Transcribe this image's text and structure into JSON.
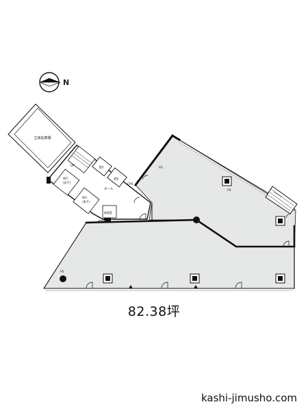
{
  "plan": {
    "area": "82.38坪",
    "north_label": "N",
    "site": "kashi-jimusho.com",
    "rooms": {
      "parking": "立体駐車場",
      "ev1": "EV",
      "ev2": "EV",
      "wc1": "WC",
      "wc1_sub": "(女子)",
      "wc2": "WC",
      "wc2_sub": "(男子)",
      "corridor": "ホール",
      "eps": "EPS",
      "ps1": "PS",
      "ps2": "PS",
      "ps3": "PS",
      "ps4": "PS",
      "kitchen": "給湯室",
      "up": "UP"
    }
  },
  "colors": {
    "floor_fill": "#e6e8e8",
    "wall": "#111111",
    "core_fill": "#ffffff"
  }
}
